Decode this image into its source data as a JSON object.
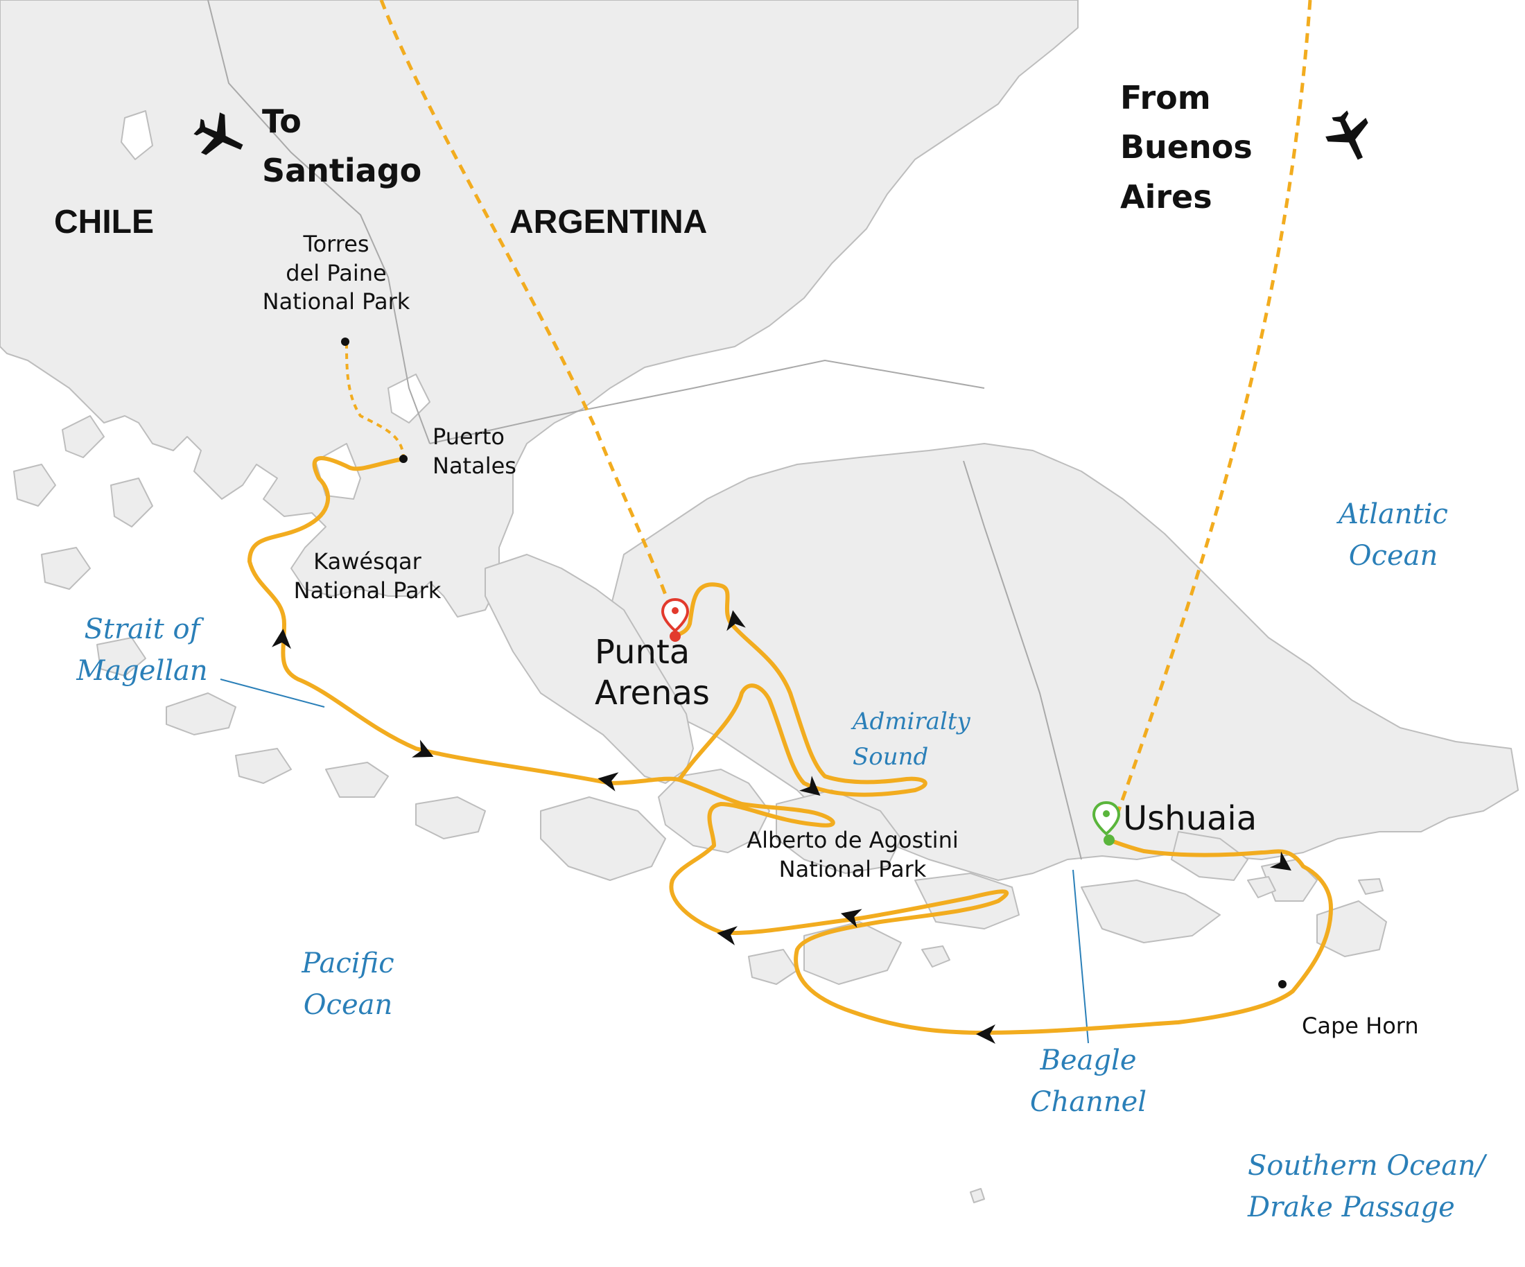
{
  "map": {
    "countries": {
      "chile": "CHILE",
      "argentina": "ARGENTINA"
    },
    "flights": {
      "to_santiago": "To\nSantiago",
      "from_buenos_aires": "From\nBuenos\nAires"
    },
    "places": {
      "torres_del_paine": "Torres\ndel Paine\nNational Park",
      "puerto_natales": "Puerto\nNatales",
      "kawesqar": "Kawésqar\nNational Park",
      "alberto_de_agostini": "Alberto de Agostini\nNational Park",
      "cape_horn": "Cape Horn"
    },
    "ports": {
      "punta_arenas": "Punta\nArenas",
      "ushuaia": "Ushuaia"
    },
    "water": {
      "strait_of_magellan": "Strait of\nMagellan",
      "admiralty_sound": "Admiralty\nSound",
      "pacific_ocean": "Pacific\nOcean",
      "atlantic_ocean": "Atlantic\nOcean",
      "beagle_channel": "Beagle\nChannel",
      "southern_ocean": "Southern Ocean/\nDrake Passage"
    },
    "colors": {
      "route": "#f2ac1f",
      "land": "#ededed",
      "border": "#bdbdbd",
      "water_label": "#2a7fb8",
      "start_marker": "#e23a2d",
      "end_marker": "#5ab53c"
    },
    "icons": [
      "plane-icon",
      "start-pin-icon",
      "end-pin-icon",
      "direction-arrow-icon",
      "location-dot-icon"
    ]
  }
}
